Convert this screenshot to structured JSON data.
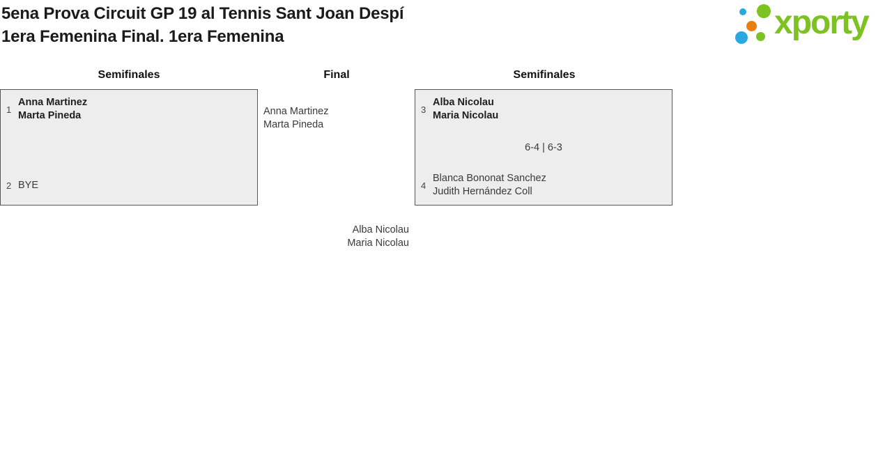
{
  "title": {
    "line1": "5ena Prova Circuit GP 19 al Tennis Sant Joan Despí",
    "line2": "1era Femenina Final. 1era Femenina"
  },
  "logo": {
    "brand": "xporty",
    "colors": {
      "green": "#7cc220",
      "blue": "#2aa9e0",
      "orange": "#e87e0e"
    }
  },
  "columns": {
    "left": "Semifinales",
    "center": "Final",
    "right": "Semifinales"
  },
  "semifinal_left": {
    "top": {
      "seed": "1",
      "player1": "Anna Martinez",
      "player2": "Marta Pineda"
    },
    "bottom": {
      "seed": "2",
      "player1": "BYE"
    }
  },
  "semifinal_right": {
    "top": {
      "seed": "3",
      "player1": "Alba Nicolau",
      "player2": "Maria Nicolau"
    },
    "bottom": {
      "seed": "4",
      "player1": "Blanca Bononat Sanchez",
      "player2": "Judith Hernández Coll"
    },
    "score": "6-4 | 6-3"
  },
  "final": {
    "top": {
      "player1": "Anna Martinez",
      "player2": "Marta Pineda"
    },
    "winner": {
      "player1": "Alba Nicolau",
      "player2": "Maria Nicolau"
    }
  },
  "box_colors": {
    "background": "#ededed",
    "border": "#555555"
  }
}
